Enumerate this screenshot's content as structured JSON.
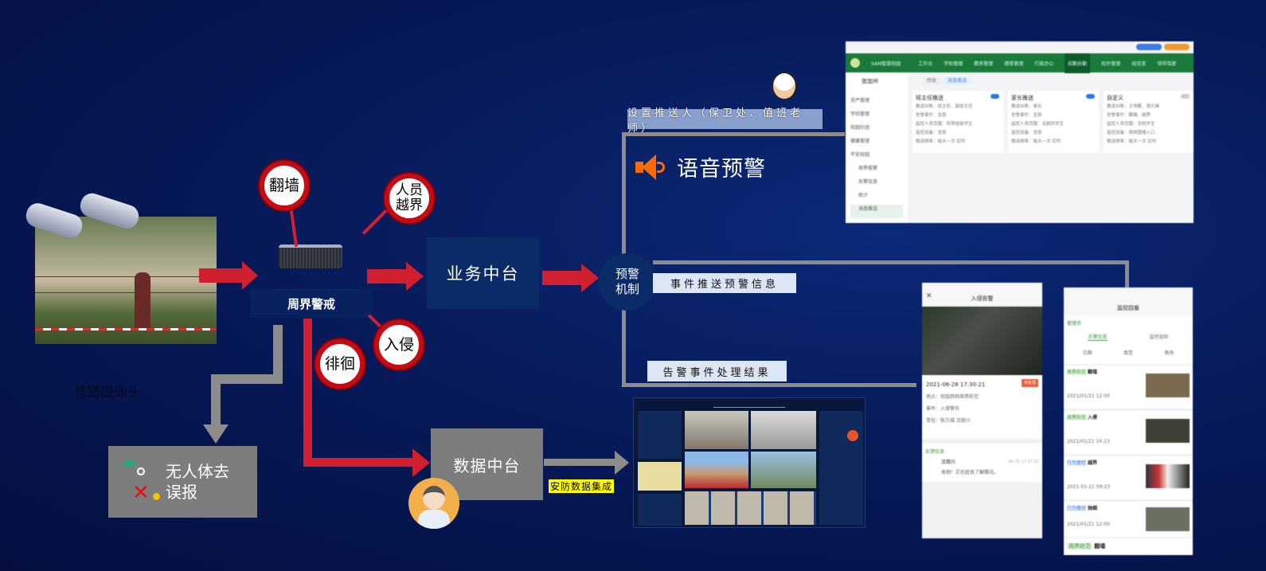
{
  "camera_label": "普通摄像头",
  "perimeter": {
    "label": "周界警戒",
    "events": [
      "翻墙",
      "人员越界",
      "入侵",
      "徘徊"
    ]
  },
  "business_platform": "业务中台",
  "data_platform": "数据中台",
  "warning_mechanism": "预警机制",
  "voice_warning": "语音预警",
  "false_alarm": "无人体去误报",
  "labels": {
    "set_pusher": "设置推送人（保卫处、值班老师）",
    "push_info": "事件推送预警信息",
    "result": "告警事件处理结果",
    "security_data": "安防数据集成"
  },
  "web_app": {
    "title": "SAM智慧校园",
    "nav": [
      "工作台",
      "学校管理",
      "教务管理",
      "德育管理",
      "行政办公",
      "招勤后勤",
      "校外管理",
      "阅览室",
      "领导驾驶"
    ],
    "user": "张加州",
    "tabs": [
      "作业",
      "消息推送"
    ],
    "sidebar": [
      "资产管理",
      "学校管理",
      "校园社团",
      "健康管理",
      "平安校园",
      "周界报警",
      "告警信息",
      "统计",
      "消息推送"
    ],
    "cards": [
      {
        "title": "班主任推送",
        "lines": [
          "推送对象：班主任、副班主任",
          "告警事件：全部",
          "监控人员范围：所带班级学生",
          "监控设备：全部",
          "推送频率：每天一次 实时"
        ]
      },
      {
        "title": "家长推送",
        "lines": [
          "推送对象：家长",
          "告警事件：全部",
          "监控人员范围：关联的学生",
          "监控设备：全部",
          "推送频率：每天一次 实时"
        ]
      },
      {
        "title": "自定义",
        "lines": [
          "推送对象：王伟鹏、周久梅",
          "告警事件：翻墙、越界",
          "监控人员范围：全校学生",
          "监控设备：南侧围墙入口",
          "推送频率：每天一次 实时"
        ]
      }
    ]
  },
  "phone1": {
    "title": "入侵告警",
    "time": "2021-06-28 17:30:21",
    "status": "未处理",
    "fields": [
      "地点：校园西侧周界防范",
      "事件：入侵警告",
      "责任：陈万福 沈丽兴"
    ],
    "feedback": "反馈信息",
    "commenter": "沈丽兴",
    "comment": "收到！正在赶去了解情况。",
    "comment_time": "06-25 17:37:32"
  },
  "phone2": {
    "title": "监控回看",
    "role": "管理员",
    "tabs": [
      "告警信息",
      "监控巡检"
    ],
    "filters": [
      "日期",
      "类型",
      "角色"
    ],
    "items": [
      {
        "tag": "周界防范",
        "name": "翻墙",
        "time": "2021/01/21 12:00"
      },
      {
        "tag": "周界防范",
        "name": "入侵",
        "time": "2021/01/21 16:23"
      },
      {
        "tag": "行为管控",
        "name": "越界",
        "time": "2021-01-21 09:23"
      },
      {
        "tag": "行为管控",
        "name": "抽烟",
        "time": "2021/01/21 12:00"
      },
      {
        "tag": "周界防范",
        "name": "翻墙",
        "time": ""
      }
    ]
  },
  "colors": {
    "red": "#d0202f",
    "gray": "#8c8c8c",
    "navy": "#0a2260",
    "orange": "#ff6a00"
  }
}
